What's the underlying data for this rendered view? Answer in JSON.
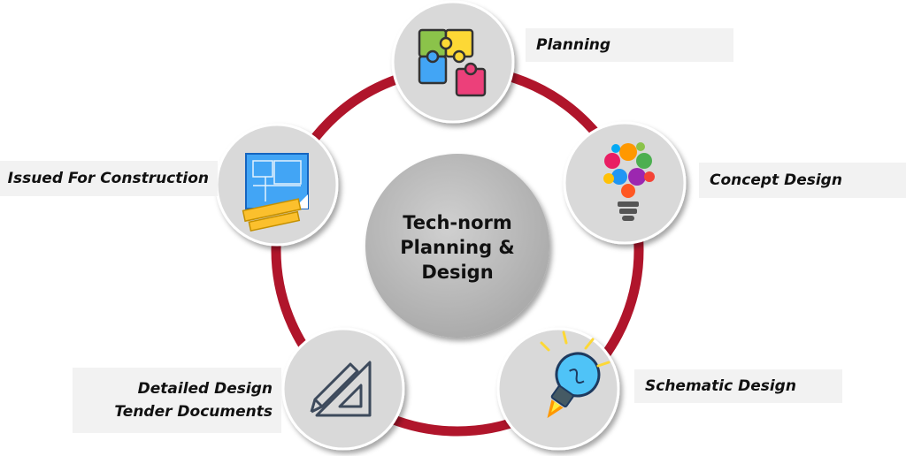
{
  "center": {
    "lines": [
      "Tech-norm",
      "Planning &",
      "Design"
    ]
  },
  "stages": {
    "planning": {
      "label": "Planning",
      "icon": "puzzle-icon"
    },
    "concept": {
      "label": "Concept Design",
      "icon": "lightbulb-gears-icon"
    },
    "schematic": {
      "label": "Schematic Design",
      "icon": "lightbulb-rocket-icon"
    },
    "detailed": {
      "label_lines": [
        "Detailed Design",
        "Tender Documents"
      ],
      "icon": "ruler-triangle-icon"
    },
    "ifc": {
      "label": "Issued For Construction",
      "icon": "blueprint-tape-icon"
    }
  },
  "colors": {
    "ring": "#b0152b",
    "node_fill": "#d9d9d9",
    "center_fill": "#bdbdbd",
    "label_bg": "#f2f2f2"
  }
}
